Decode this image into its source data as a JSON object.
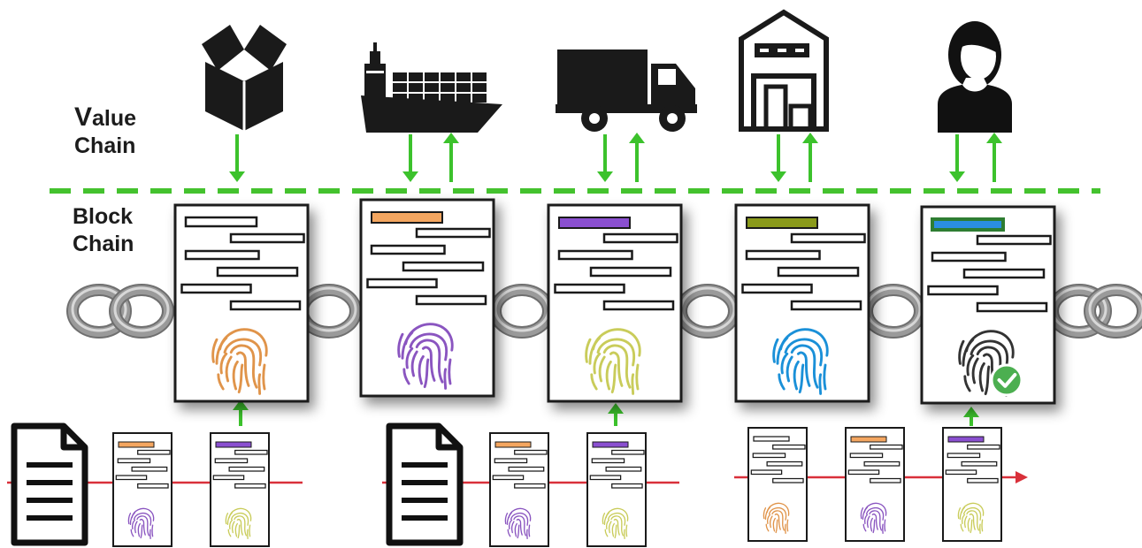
{
  "labels": {
    "value_chain_line1": "Value",
    "value_chain_line2": "Chain",
    "block_chain_line1": "Block",
    "block_chain_line2": "Chain"
  },
  "value_chain_stages": [
    {
      "name": "box-icon",
      "arrows": "down"
    },
    {
      "name": "cargo-ship-icon",
      "arrows": "down-up"
    },
    {
      "name": "truck-icon",
      "arrows": "down-up"
    },
    {
      "name": "warehouse-icon",
      "arrows": "down-up"
    },
    {
      "name": "consumer-icon",
      "arrows": "down-up"
    }
  ],
  "blocks": [
    {
      "header_color": null,
      "fingerprint_color": "#e0944a"
    },
    {
      "header_color": "#f4a660",
      "fingerprint_color": "#8a55c0"
    },
    {
      "header_color": "#8a4fd0",
      "fingerprint_color": "#c9cc5a"
    },
    {
      "header_color": "#8a9a1a",
      "fingerprint_color": "#1a90d8"
    },
    {
      "header_color": "#2a8ee0",
      "header_border": "#2e7d32",
      "fingerprint_color": "#333333",
      "verified": true
    }
  ],
  "colors": {
    "arrow_green": "#3cc22c",
    "divider_green": "#44c22e",
    "timeline_red": "#d9303a",
    "chain_gray": "#9a9a9a"
  },
  "ledger_groups": [
    {
      "has_document": true,
      "mini_blocks": [
        {
          "header_color": "#f4a660",
          "fingerprint_color": "#8a55c0"
        },
        {
          "header_color": "#8a4fd0",
          "fingerprint_color": "#c9cc5a"
        }
      ]
    },
    {
      "has_document": true,
      "mini_blocks": [
        {
          "header_color": "#f4a660",
          "fingerprint_color": "#8a55c0"
        },
        {
          "header_color": "#8a4fd0",
          "fingerprint_color": "#c9cc5a"
        }
      ]
    },
    {
      "has_document": false,
      "mini_blocks": [
        {
          "header_color": null,
          "fingerprint_color": "#e0944a"
        },
        {
          "header_color": "#f4a660",
          "fingerprint_color": "#8a55c0"
        },
        {
          "header_color": "#8a4fd0",
          "fingerprint_color": "#c9cc5a"
        }
      ]
    }
  ]
}
